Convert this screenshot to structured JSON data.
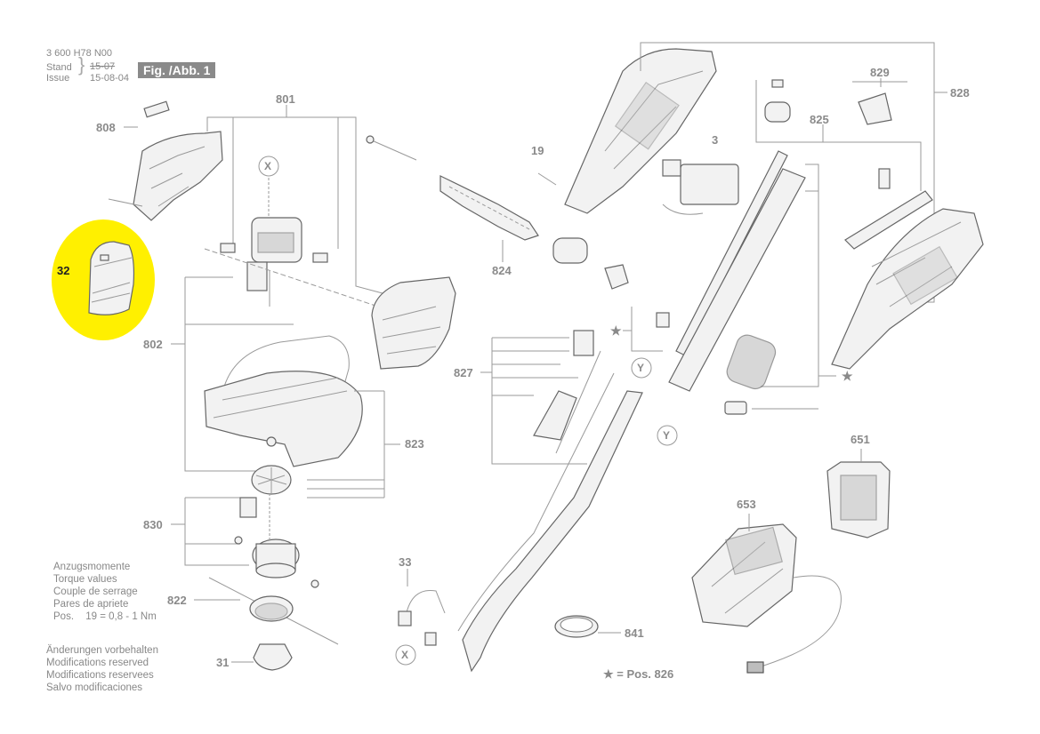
{
  "header": {
    "part_no": "3 600 H78 N00",
    "stand_label": "Stand",
    "issue_label": "Issue",
    "old_date": "15-07",
    "date": "15-08-04",
    "figure": "Fig. /Abb. 1"
  },
  "callouts": {
    "c32": "32",
    "c808": "808",
    "c801": "801",
    "c802": "802",
    "c823": "823",
    "c830": "830",
    "c822": "822",
    "c31": "31",
    "c19": "19",
    "c3": "3",
    "c824": "824",
    "c825": "825",
    "c828": "828",
    "c829": "829",
    "c827": "827",
    "c651": "651",
    "c653": "653",
    "c33": "33",
    "c841": "841",
    "x": "X",
    "y": "Y"
  },
  "legend": {
    "star_note": "★ = Pos. 826",
    "torque_lines": [
      "Anzugsmomente",
      "Torque values",
      "Couple de serrage",
      "Pares de apriete"
    ],
    "torque_pos": "Pos.",
    "torque_value": "19 = 0,8 - 1 Nm",
    "mod_lines": [
      "Änderungen vorbehalten",
      "Modifications reserved",
      "Modifications reservees",
      "Salvo modificaciones"
    ]
  },
  "colors": {
    "highlight": "#fff000",
    "line": "#9a9a9a",
    "part_dark": "#555555"
  }
}
